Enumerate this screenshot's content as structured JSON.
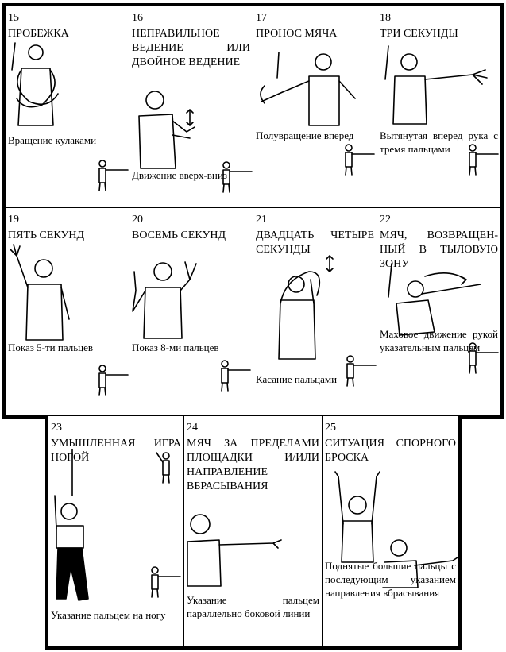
{
  "signals": [
    {
      "num": "15",
      "title": "Пробежка",
      "caption": "Вращение кулаками"
    },
    {
      "num": "16",
      "title": "Неправильное ведение или двойное ведение",
      "caption": "Движение вверх-вниз"
    },
    {
      "num": "17",
      "title": "Пронос мяча",
      "caption": "Полувращение вперед"
    },
    {
      "num": "18",
      "title": "Три секунды",
      "caption": "Вытянутая вперед рука с тремя пальцами"
    },
    {
      "num": "19",
      "title": "Пять секунд",
      "caption": "Показ 5-ти пальцев"
    },
    {
      "num": "20",
      "title": "Восемь секунд",
      "caption": "Показ 8-ми пальцев"
    },
    {
      "num": "21",
      "title": "Двадцать четыре секунды",
      "caption": "Касание пальцами"
    },
    {
      "num": "22",
      "title": "Мяч, возвращен-ный в тыловую зону",
      "caption": "Маховое движение рукой указательным пальцем"
    },
    {
      "num": "23",
      "title": "Умышленная игра ногой",
      "caption": "Указание пальцем на ногу"
    },
    {
      "num": "24",
      "title": "Мяч за пределами площадки и/или направление вбрасывания",
      "caption": "Указание пальцем параллельно боковой линии"
    },
    {
      "num": "25",
      "title": "Ситуация спорного броска",
      "caption": "Поднятые большие пальцы с последующим указанием направления вбрасывания"
    }
  ]
}
